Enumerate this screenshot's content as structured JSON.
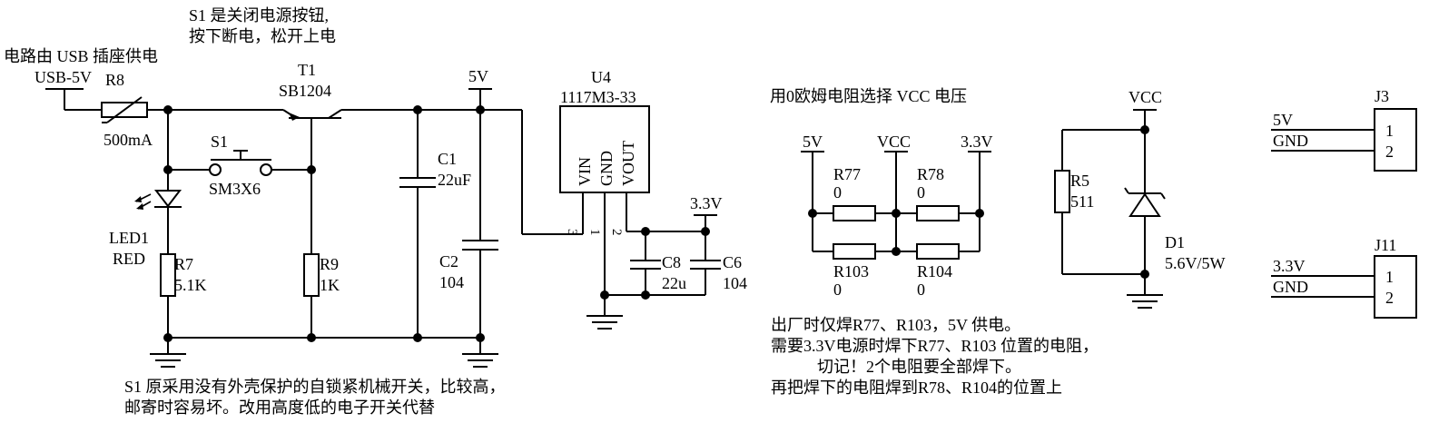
{
  "notes": {
    "s1_line1": "S1 是关闭电源按钮,",
    "s1_line2": "按下断电，松开上电",
    "power_from_usb": "电路由 USB 插座供电",
    "select_vcc": "用0欧姆电阻选择 VCC 电压",
    "bottom_left_1": "S1 原采用没有外壳保护的自锁紧机械开关，比较高，",
    "bottom_left_2": "邮寄时容易坏。改用高度低的电子开关代替",
    "bottom_right_1": "出厂时仅焊R77、R103，5V 供电。",
    "bottom_right_2": "需要3.3V电源时焊下R77、R103 位置的电阻，",
    "bottom_right_3": "切记！2个电阻要全部焊下。",
    "bottom_right_4": "再把焊下的电阻焊到R78、R104的位置上"
  },
  "nets": {
    "usb5v": "USB-5V",
    "v5": "5V",
    "v33": "3.3V",
    "vcc": "VCC",
    "gnd": "GND"
  },
  "parts": {
    "r8": {
      "ref": "R8",
      "value": "500mA"
    },
    "t1": {
      "ref": "T1",
      "value": "SB1204"
    },
    "s1": {
      "ref": "S1",
      "value": "SM3X6"
    },
    "led1": {
      "ref": "LED1",
      "value": "RED"
    },
    "r7": {
      "ref": "R7",
      "value": "5.1K"
    },
    "r9": {
      "ref": "R9",
      "value": "1K"
    },
    "c1": {
      "ref": "C1",
      "value": "22uF"
    },
    "c2": {
      "ref": "C2",
      "value": "104"
    },
    "u4": {
      "ref": "U4",
      "value": "1117M3-33",
      "pin_vin": "VIN",
      "pin_gnd": "GND",
      "pin_vout": "VOUT",
      "pin3": "3",
      "pin1": "1",
      "pin2": "2"
    },
    "c8": {
      "ref": "C8",
      "value": "22u"
    },
    "c6": {
      "ref": "C6",
      "value": "104"
    },
    "r77": {
      "ref": "R77",
      "value": "0"
    },
    "r78": {
      "ref": "R78",
      "value": "0"
    },
    "r103": {
      "ref": "R103",
      "value": "0"
    },
    "r104": {
      "ref": "R104",
      "value": "0"
    },
    "r5": {
      "ref": "R5",
      "value": "511"
    },
    "d1": {
      "ref": "D1",
      "value": "5.6V/5W"
    },
    "j3": {
      "ref": "J3",
      "pin1": "1",
      "pin2": "2",
      "net1": "5V",
      "net2": "GND"
    },
    "j11": {
      "ref": "J11",
      "pin1": "1",
      "pin2": "2",
      "net1": "3.3V",
      "net2": "GND"
    }
  }
}
